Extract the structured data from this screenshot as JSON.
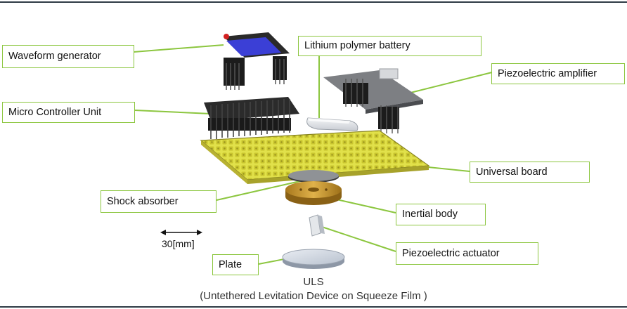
{
  "labels": {
    "waveform_generator": "Waveform generator",
    "lithium_polymer_battery": "Lithium polymer battery",
    "piezoelectric_amplifier": "Piezoelectric amplifier",
    "micro_controller_unit": "Micro Controller Unit",
    "universal_board": "Universal board",
    "shock_absorber": "Shock absorber",
    "inertial_body": "Inertial body",
    "piezoelectric_actuator": "Piezoelectric actuator",
    "plate": "Plate"
  },
  "scale_bar": {
    "text": "30[mm]"
  },
  "caption": {
    "title": "ULS",
    "subtitle": "(Untethered Levitation Device on Squeeze Film )"
  },
  "colors": {
    "label_border": "#8cc63f",
    "leader_line": "#8cc63f",
    "frame": "#2f3b45",
    "board_yellow": "#e3e34a",
    "inertial_gold": "#c99a2e",
    "waveform_blue": "#3b3fd6"
  }
}
